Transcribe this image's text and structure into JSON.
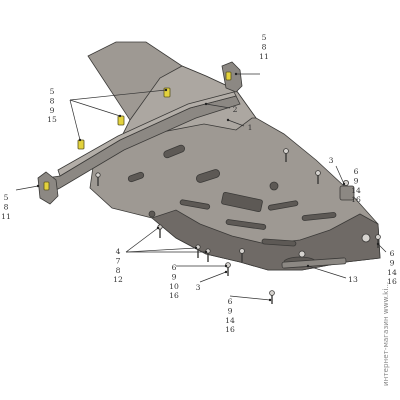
{
  "diagram": {
    "colors": {
      "plate": "#9e9993",
      "plate_edge": "#3b3a38",
      "plate_shadow": "#6f6a66",
      "bracket": "#8c8883",
      "slot": "#5d5955",
      "fastener_yellow": "#e3d23c",
      "bolt": "#d6d3cf",
      "leader": "#333333"
    },
    "callouts": [
      {
        "id": "c-top-right",
        "lines": [
          "5",
          "8",
          "11"
        ]
      },
      {
        "id": "c-top-left",
        "lines": [
          "5",
          "8",
          "9",
          "15"
        ]
      },
      {
        "id": "c-part2",
        "lines": [
          "2"
        ]
      },
      {
        "id": "c-part1",
        "lines": [
          "1"
        ]
      },
      {
        "id": "c-right-3",
        "lines": [
          "3"
        ]
      },
      {
        "id": "c-right-group",
        "lines": [
          "6",
          "9",
          "14",
          "16"
        ]
      },
      {
        "id": "c-left",
        "lines": [
          "5",
          "8",
          "11"
        ]
      },
      {
        "id": "c-mid-left",
        "lines": [
          "4",
          "7",
          "8",
          "12"
        ]
      },
      {
        "id": "c-mid",
        "lines": [
          "6",
          "9",
          "10",
          "16"
        ]
      },
      {
        "id": "c-bottom-3",
        "lines": [
          "3"
        ]
      },
      {
        "id": "c-13",
        "lines": [
          "13"
        ]
      },
      {
        "id": "c-bottom",
        "lines": [
          "6",
          "9",
          "14",
          "16"
        ]
      },
      {
        "id": "c-edge",
        "lines": [
          "6",
          "9",
          "14",
          "16"
        ]
      }
    ],
    "watermark": "интернет-магазин www.ki..."
  }
}
